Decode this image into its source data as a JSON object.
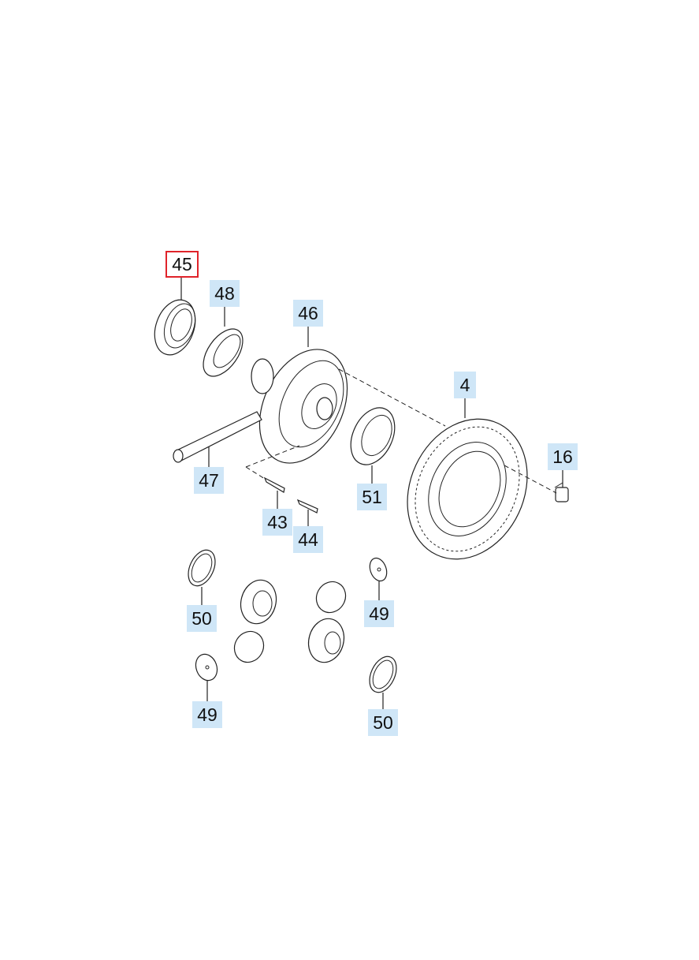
{
  "diagram": {
    "selected_part": "45",
    "callouts": [
      {
        "id": "45",
        "label": "45",
        "selected": true
      },
      {
        "id": "48",
        "label": "48",
        "selected": false
      },
      {
        "id": "46",
        "label": "46",
        "selected": false
      },
      {
        "id": "4",
        "label": "4",
        "selected": false
      },
      {
        "id": "16",
        "label": "16",
        "selected": false
      },
      {
        "id": "47",
        "label": "47",
        "selected": false
      },
      {
        "id": "51",
        "label": "51",
        "selected": false
      },
      {
        "id": "43",
        "label": "43",
        "selected": false
      },
      {
        "id": "44",
        "label": "44",
        "selected": false
      },
      {
        "id": "50a",
        "label": "50",
        "selected": false
      },
      {
        "id": "49a",
        "label": "49",
        "selected": false
      },
      {
        "id": "49b",
        "label": "49",
        "selected": false
      },
      {
        "id": "50b",
        "label": "50",
        "selected": false
      }
    ],
    "colors": {
      "callout_bg": "#cfe6f7",
      "selected_border": "#e0232a",
      "line": "#222222"
    }
  }
}
